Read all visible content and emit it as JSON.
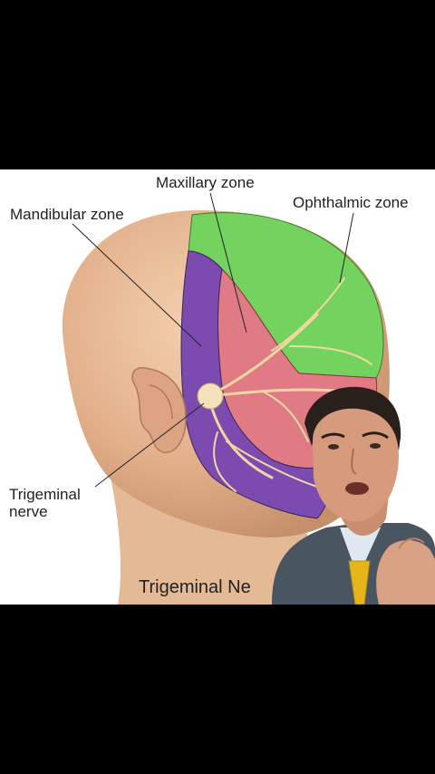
{
  "labels": {
    "maxillary": "Maxillary zone",
    "ophthalmic": "Ophthalmic zone",
    "mandibular": "Mandibular zone",
    "trigeminal": "Trigeminal nerve"
  },
  "caption": "Trigeminal Ne",
  "colors": {
    "ophthalmic": "#74d35f",
    "maxillary": "#e07a84",
    "mandibular": "#7b4bb0",
    "skin": "#e7b896",
    "nerve": "#f1d8a3",
    "suit": "#4a5562",
    "tie": "#e5b51a"
  },
  "icons": [
    "head-illustration",
    "ear-icon",
    "presenter-overlay"
  ]
}
